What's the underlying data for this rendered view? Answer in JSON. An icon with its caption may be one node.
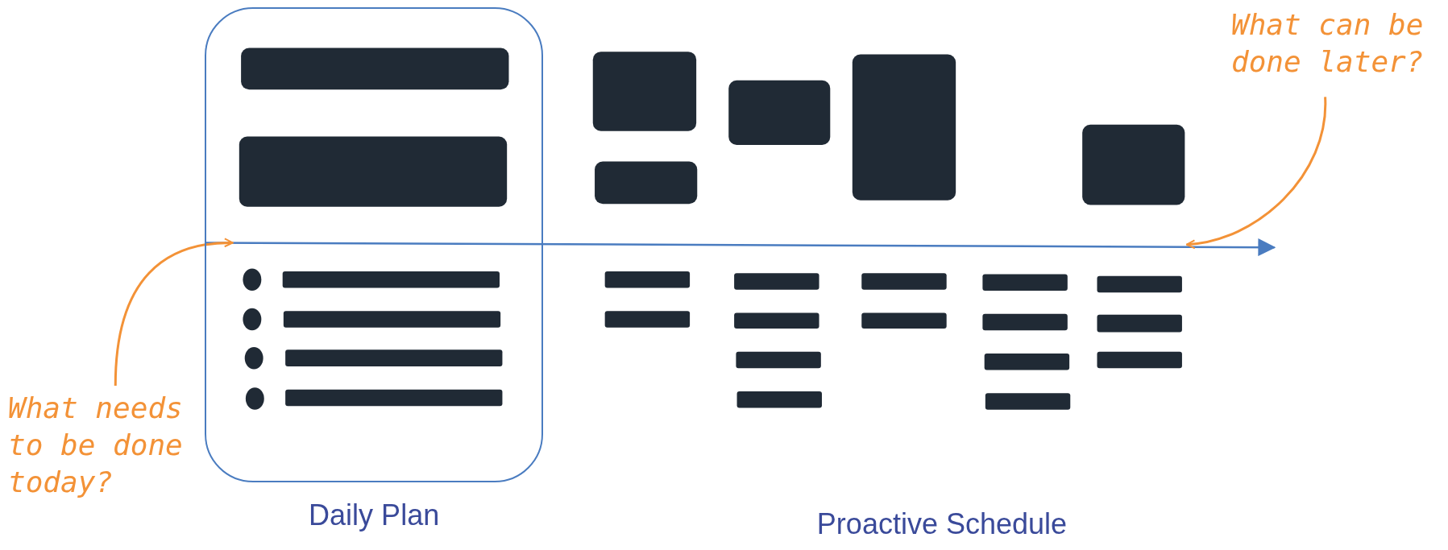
{
  "diagram": {
    "nodes": [
      {
        "text": [
          "Daily Plan"
        ]
      },
      {
        "text": [
          "What needs to be done today?"
        ]
      },
      {
        "text": [
          "What can be done later?"
        ]
      },
      {
        "text": [],
        "shape": "arrow"
      }
    ],
    "edges": [
      {
        "from": 1,
        "to": 3,
        "arrow": "to"
      },
      {
        "from": 2,
        "to": 3,
        "arrow": "to"
      }
    ],
    "labels": [
      "Proactive Schedule"
    ]
  }
}
